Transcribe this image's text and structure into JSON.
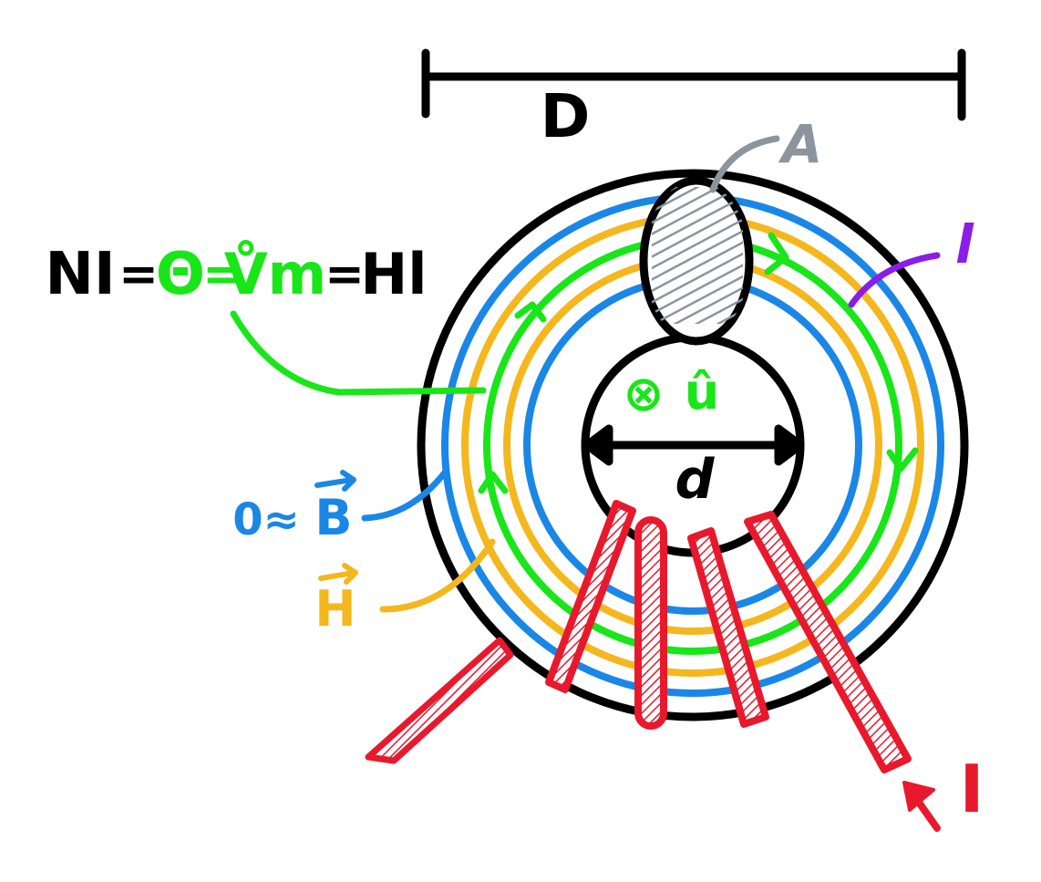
{
  "labels": {
    "outer_diameter": "D",
    "cross_section_area": "A",
    "path_length": "l",
    "inner_diameter": "d",
    "unit_vector": "û",
    "into_page_symbol": "⊗",
    "current": "I",
    "b_field": "B",
    "h_field": "H",
    "b_prefix": "0≈",
    "eq_ni": "NI",
    "eq_eq1": "=",
    "eq_theta": "Θ",
    "eq_eq2": "=",
    "eq_vm": "V̊m",
    "eq_eq3": "=",
    "eq_hl": "Hl"
  },
  "colors": {
    "black": "#000000",
    "blue": "#1a87e6",
    "orange": "#f5b71e",
    "green": "#19e619",
    "red": "#e8192c",
    "gray": "#8c959e",
    "purple": "#8a1ee6"
  }
}
